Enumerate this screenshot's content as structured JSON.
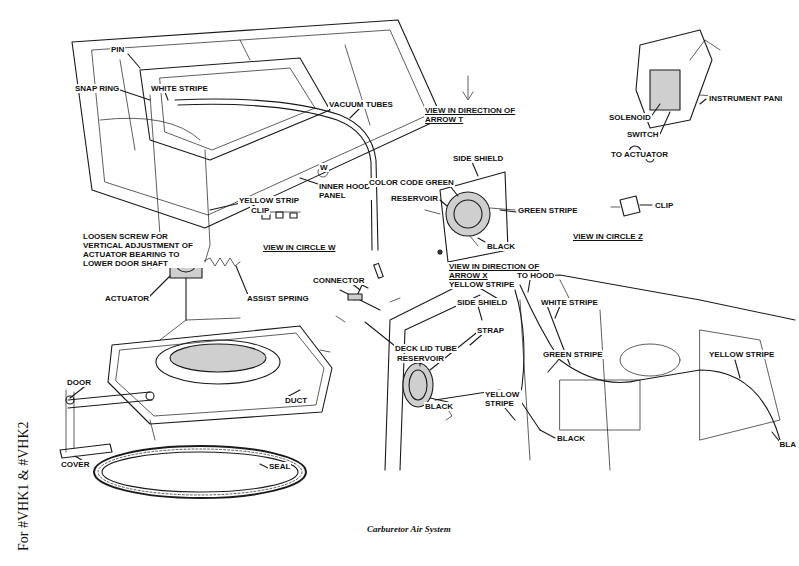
{
  "diagram": {
    "caption": "Carburetor Air System",
    "labels": [
      "PIN",
      "SNAP RING",
      "WHITE STRIPE",
      "VACUUM TUBES",
      "W",
      "INNER HOOD PANEL",
      "YELLOW STRIP",
      "CLIP",
      "VIEW IN CIRCLE W",
      "LOOSEN SCREW FOR VERTICAL ADJUSTMENT OF ACTUATOR BEARING TO LOWER DOOR SHAFT",
      "ACTUATOR",
      "ASSIST SPRING",
      "DOOR",
      "COVER",
      "DUCT",
      "SEAL",
      "VIEW IN DIRECTION OF ARROW T",
      "SIDE SHIELD",
      "COLOR CODE GREEN",
      "RESERVOIR",
      "GREEN STRIPE",
      "BLACK",
      "VIEW IN DIRECTION OF ARROW X",
      "INSTRUMENT PANI",
      "SOLENOID",
      "SWITCH",
      "TO ACTUATOR",
      "CLIP",
      "VIEW IN CIRCLE Z",
      "CONNECTOR",
      "DECK LID TUBE",
      "TO HOOD",
      "YELLOW STRIPE",
      "SIDE SHIELD",
      "WHITE STRIPE",
      "STRAP",
      "RESERVOIR",
      "GREEN STRIPE",
      "YELLOW STRIPE",
      "BLACK",
      "YELLOW STRIPE",
      "BLACK",
      "BLA",
      "For #VHK1 & #VHK2"
    ]
  }
}
